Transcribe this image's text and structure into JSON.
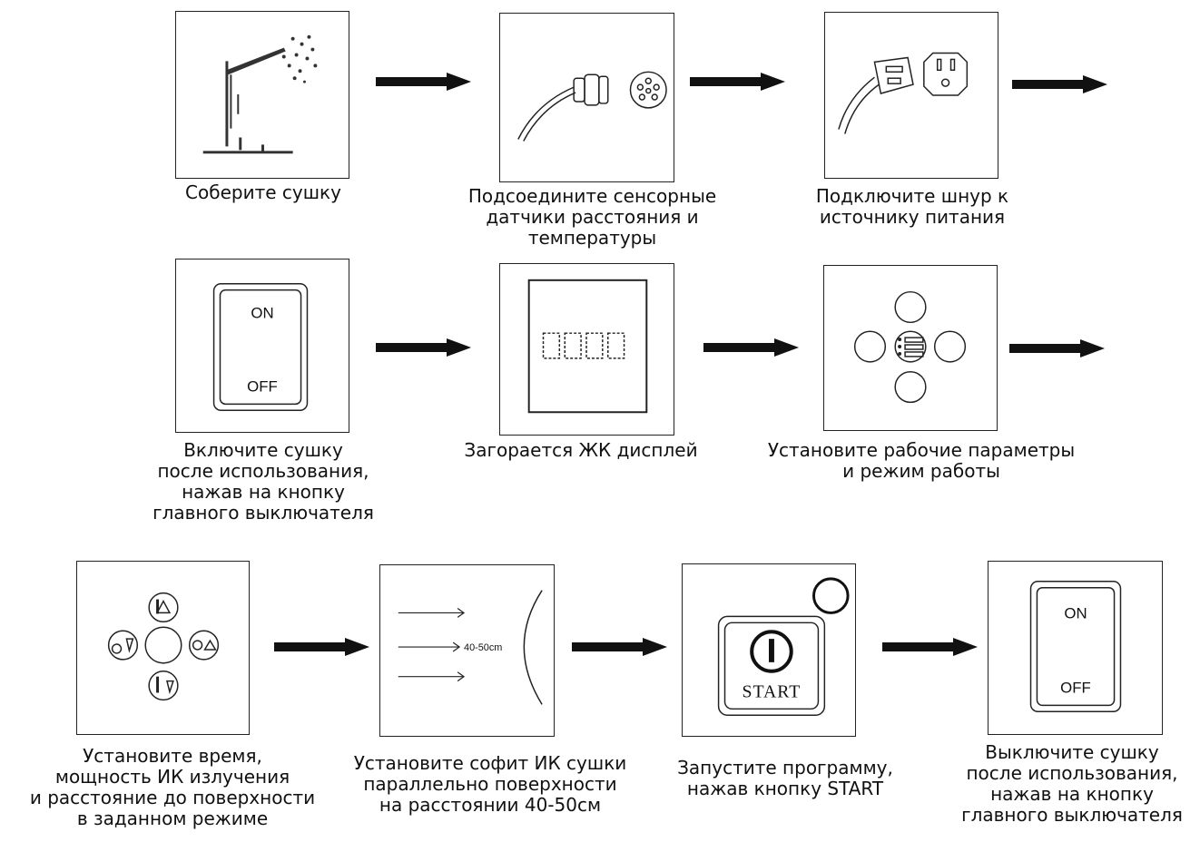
{
  "steps": [
    {
      "caption": "Соберите сушку"
    },
    {
      "caption": "Подсоедините сенсорные\nдатчики расстояния и\nтемпературы"
    },
    {
      "caption": "Подключите шнур к\nисточнику питания"
    },
    {
      "caption": "Включите сушку\nпосле использования,\nнажав на кнопку\nглавного выключателя"
    },
    {
      "caption": "Загорается ЖК дисплей"
    },
    {
      "caption": "Установите рабочие параметры\nи режим работы"
    },
    {
      "caption": "Установите время,\nмощность ИК излучения\nи расстояние до поверхности\nв заданном режиме"
    },
    {
      "caption": "Установите софит ИК сушки\nпараллельно поверхности\nна расстоянии 40-50см"
    },
    {
      "caption": "Запустите программу,\nнажав кнопку START"
    },
    {
      "caption": "Выключите сушку\nпосле использования,\nнажав на кнопку\nглавного выключателя"
    }
  ],
  "labels": {
    "on": "ON",
    "off": "OFF",
    "start": "START",
    "distance": "40-50cm"
  }
}
